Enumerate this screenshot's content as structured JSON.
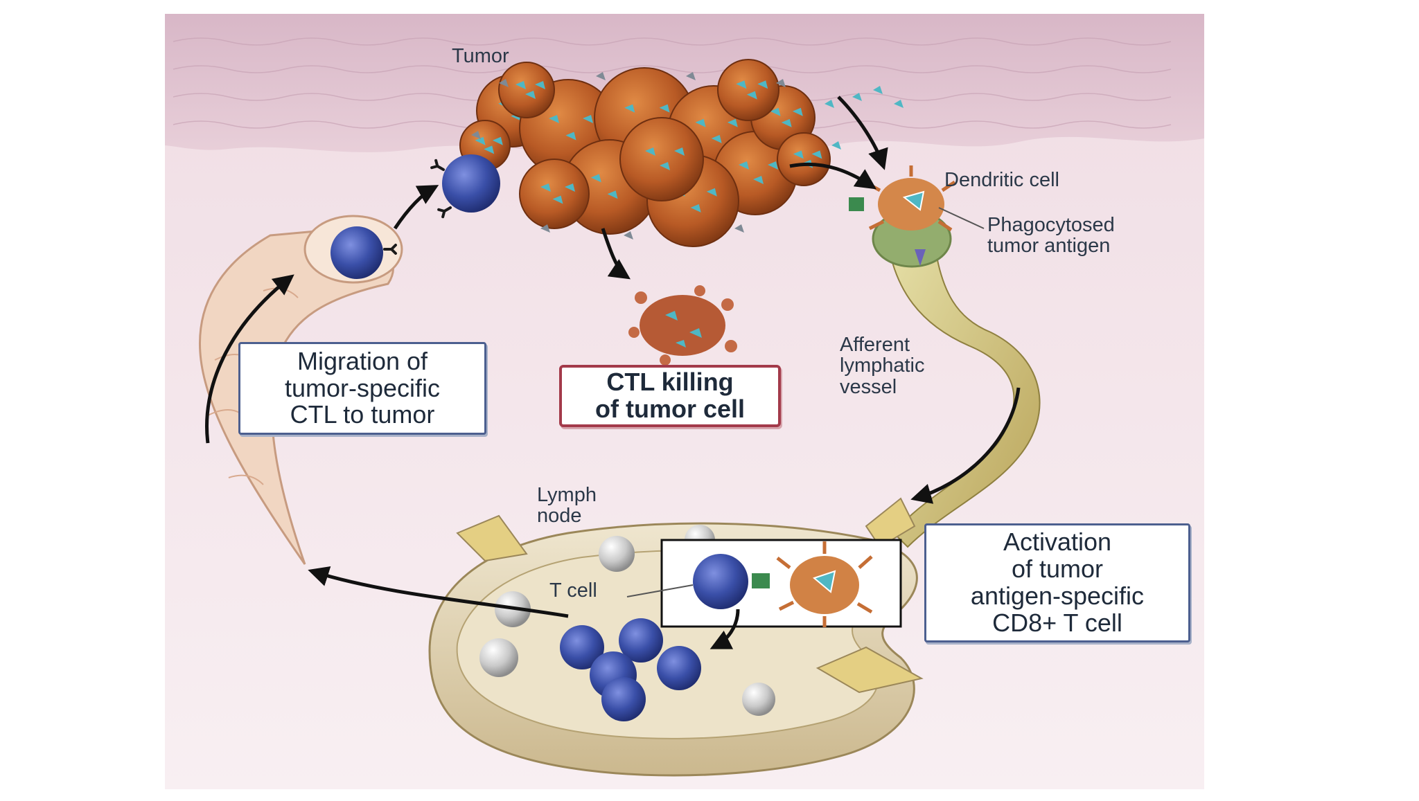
{
  "labels": {
    "tumor": "Tumor",
    "dendritic_cell": "Dendritic cell",
    "phagocytosed_line1": "Phagocytosed",
    "phagocytosed_line2": "tumor antigen",
    "afferent_line1": "Afferent",
    "afferent_line2": "lymphatic",
    "afferent_line3": "vessel",
    "lymph_node_line1": "Lymph",
    "lymph_node_line2": "node",
    "t_cell": "T cell"
  },
  "boxes": {
    "migration": [
      "Migration of",
      "tumor-specific",
      "CTL to tumor"
    ],
    "ctl_killing": [
      "CTL killing",
      "of tumor cell"
    ],
    "activation": [
      "Activation",
      "of tumor",
      "antigen-specific",
      "CD8+ T cell"
    ]
  },
  "colors": {
    "skin": "#e3c6d2",
    "background_tissue": "#f3e3e8",
    "tumor_cell": "#b85a25",
    "t_cell": "#3a4fa8",
    "lymph_node": "#d8c9a8",
    "lymph_vessel": "#c9c07a",
    "antigen": "#4fb7c4",
    "box_border_blue": "#4c5f8f",
    "box_border_red": "#a33a4a"
  }
}
